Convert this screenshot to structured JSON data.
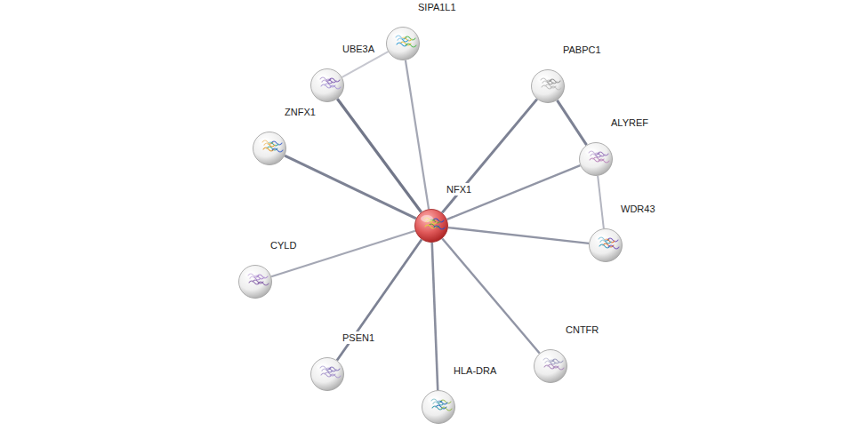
{
  "diagram": {
    "nodes": [
      {
        "text": [
          "SIPA1L1"
        ]
      },
      {
        "text": [
          "UBE3A"
        ]
      },
      {
        "text": [
          "PABPC1"
        ]
      },
      {
        "text": [
          "ZNFX1"
        ]
      },
      {
        "text": [
          "ALYREF"
        ]
      },
      {
        "text": [
          "NFX1"
        ]
      },
      {
        "text": [
          "WDR43"
        ]
      },
      {
        "text": [
          "CYLD"
        ]
      },
      {
        "text": [
          "CNTFR"
        ]
      },
      {
        "text": [
          "PSEN1"
        ]
      },
      {
        "text": [
          "HLA-DRA"
        ]
      }
    ],
    "edges": [
      {
        "from": 5,
        "to": 0,
        "arrow": "none"
      },
      {
        "from": 5,
        "to": 1,
        "arrow": "none"
      },
      {
        "from": 5,
        "to": 2,
        "arrow": "none"
      },
      {
        "from": 5,
        "to": 3,
        "arrow": "none"
      },
      {
        "from": 5,
        "to": 4,
        "arrow": "none"
      },
      {
        "from": 5,
        "to": 6,
        "arrow": "none"
      },
      {
        "from": 5,
        "to": 7,
        "arrow": "none"
      },
      {
        "from": 5,
        "to": 8,
        "arrow": "none"
      },
      {
        "from": 5,
        "to": 9,
        "arrow": "none"
      },
      {
        "from": 5,
        "to": 10,
        "arrow": "none"
      },
      {
        "from": 1,
        "to": 0,
        "arrow": "none"
      },
      {
        "from": 2,
        "to": 4,
        "arrow": "none"
      },
      {
        "from": 4,
        "to": 6,
        "arrow": "none"
      }
    ]
  }
}
